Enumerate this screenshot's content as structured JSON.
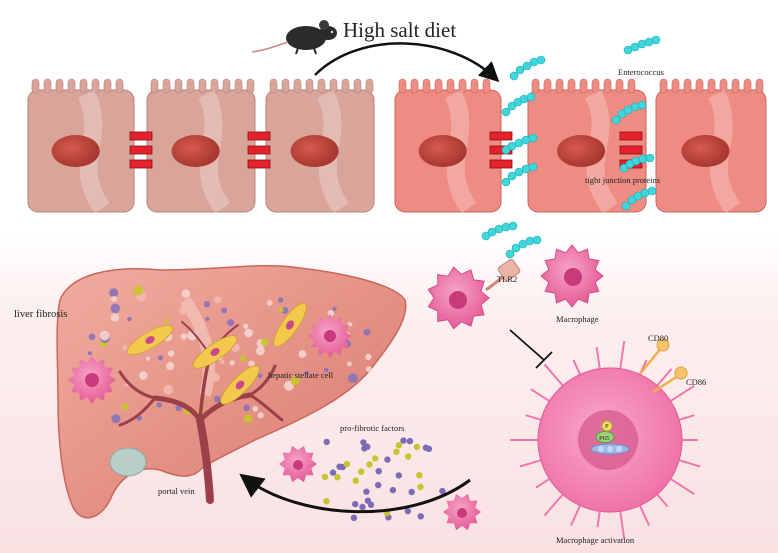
{
  "title": "High salt diet",
  "labels": {
    "enterococcus": "Enterococcus",
    "tight_junction": "tight junction proteins",
    "tlr2": "TLR2",
    "macrophage": "Macrophage",
    "liver_fibrosis": "liver fibrosis",
    "hepatic_stellate": "hepatic stellate cell",
    "cd80": "CD80",
    "cd86": "CD86",
    "pro_fibrotic": "pro-fibrotic factors",
    "portal_vein": "portal vein",
    "macrophage_activation": "Macrophage activation",
    "phospho": "P",
    "p65": "P65"
  },
  "colors": {
    "normal_cell": "#d9a49a",
    "salt_cell": "#ee8b82",
    "nucleus": "#b8433b",
    "tight_junction": "#e3222b",
    "bacteria": "#3fd6dc",
    "macrophage": "#ec6ea8",
    "liver": "#e79a8c",
    "stellate": "#f2c94c",
    "vein": "#a04a52",
    "lower_bg": "#fbe9ea"
  },
  "icons": [
    "mouse-icon",
    "bacteria-icon",
    "macrophage-icon",
    "liver-icon",
    "inhibition-arrow-icon"
  ]
}
